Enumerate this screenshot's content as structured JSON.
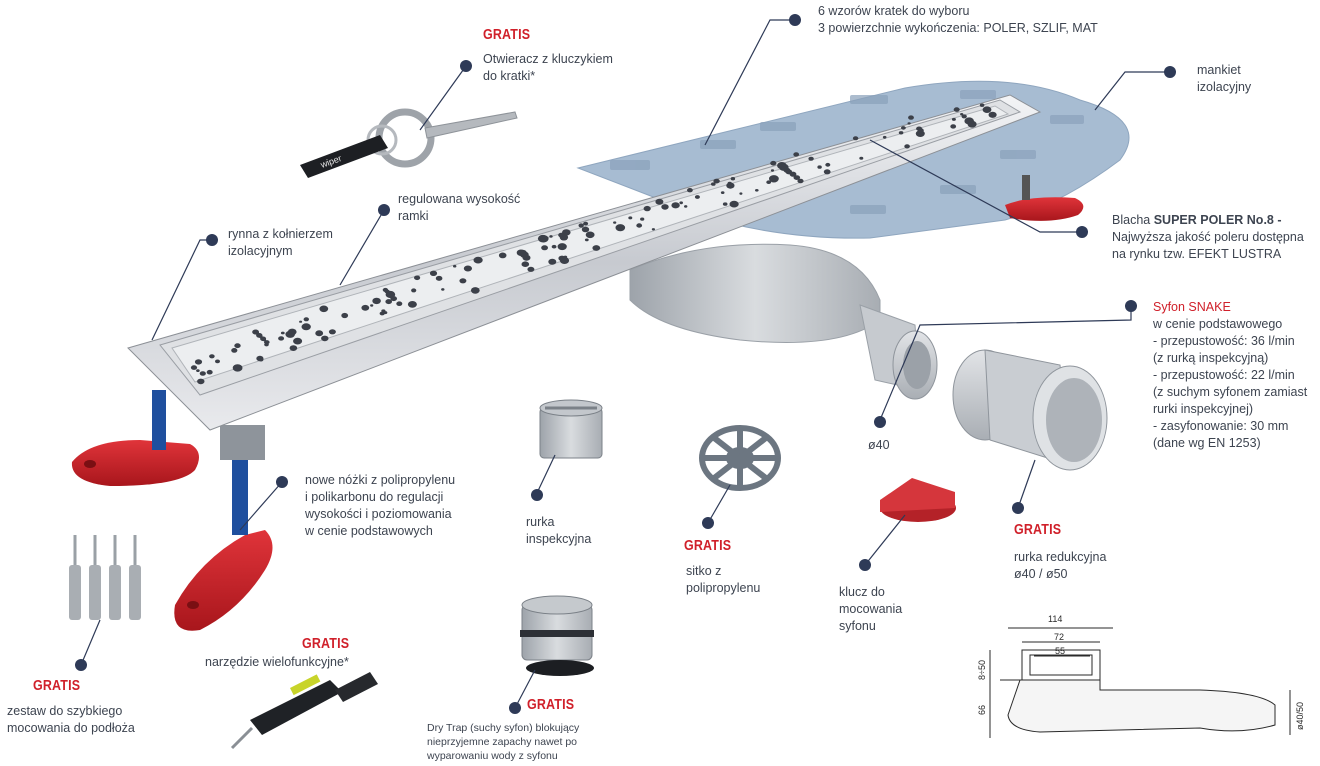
{
  "gratis_label": "GRATIS",
  "colors": {
    "accent_red": "#d0202a",
    "dot_navy": "#2e3a57",
    "text": "#3d4450",
    "steel": "#c9ccd1",
    "membrane": "#9fb6cf"
  },
  "brand": {
    "logo_text": "wiper"
  },
  "callouts": {
    "opener": {
      "lines": [
        "Otwieracz z kluczykiem",
        "do kratki*"
      ]
    },
    "grates": {
      "lines": [
        "6 wzorów kratek do wyboru",
        "3 powierzchnie wykończenia: POLER, SZLIF, MAT"
      ]
    },
    "membrane": {
      "lines": [
        "mankiet",
        "izolacyjny"
      ]
    },
    "height": {
      "lines": [
        "regulowana wysokość",
        "ramki"
      ]
    },
    "channel": {
      "lines": [
        "rynna z kołnierzem",
        "izolacyjnym"
      ]
    },
    "steel": {
      "prefix": "Blacha ",
      "bold": "SUPER POLER No.8 -",
      "lines": [
        "Najwyższa jakość poleru dostępna",
        "na rynku tzw. EFEKT LUSTRA"
      ]
    },
    "siphon": {
      "title": "Syfon SNAKE",
      "lines": [
        "w cenie podstawowego",
        "- przepustowość: 36 l/min",
        "(z rurką inspekcyjną)",
        "- przepustowość: 22 l/min",
        "(z suchym syfonem zamiast",
        "rurki inspekcyjnej)",
        "- zasyfonowanie: 30 mm",
        "(dane wg EN 1253)"
      ]
    },
    "outlet": {
      "text": "ø40"
    },
    "legs": {
      "lines": [
        "nowe nóżki z polipropylenu",
        "i polikarbonu do regulacji",
        "wysokości i poziomowania",
        "w cenie podstawowych"
      ]
    },
    "inspection": {
      "lines": [
        "rurka",
        "inspekcyjna"
      ]
    },
    "strainer": {
      "lines": [
        "sitko z",
        "polipropylenu"
      ]
    },
    "key": {
      "lines": [
        "klucz do",
        "mocowania",
        "syfonu"
      ]
    },
    "reducer": {
      "lines": [
        "rurka redukcyjna",
        "ø40 / ø50"
      ]
    },
    "tool": {
      "text": "narzędzie wielofunkcyjne*"
    },
    "fixing": {
      "lines": [
        "zestaw do szybkiego",
        "mocowania do podłoża"
      ]
    },
    "drytrap": {
      "lines": [
        "Dry Trap (suchy syfon) blokujący",
        "nieprzyjemne zapachy nawet po",
        "wyparowaniu wody z syfonu"
      ]
    }
  },
  "drawing": {
    "width_total": "114",
    "width_mid": "72",
    "width_inner": "55",
    "height_adjust": "8÷50",
    "height_body": "66",
    "outlet_dia": "ø40/50"
  }
}
